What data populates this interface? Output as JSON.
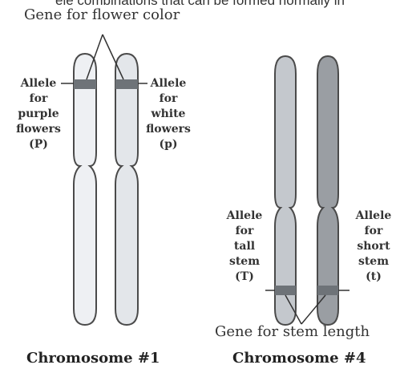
{
  "cut_text": "ele combinations that can be formed normally in",
  "gene_flower_label": "Gene for flower color",
  "gene_stem_label": "Gene for stem length",
  "alleles": {
    "purple": [
      "Allele",
      "for",
      "purple",
      "flowers",
      "(P)"
    ],
    "white": [
      "Allele",
      "for",
      "white",
      "flowers",
      "(p)"
    ],
    "tall": [
      "Allele",
      "for",
      "tall",
      "stem",
      "(T)"
    ],
    "short": [
      "Allele",
      "for",
      "short",
      "stem",
      "(t)"
    ]
  },
  "chromosome_1_label": "Chromosome #1",
  "chromosome_4_label": "Chromosome #4",
  "colors": {
    "chromatid_light": "#e6e9ee",
    "chromatid_mid": "#c4c8cd",
    "chromatid_dark": "#9a9ea3",
    "band": "#6e7378",
    "outline": "#4a4a4a"
  }
}
